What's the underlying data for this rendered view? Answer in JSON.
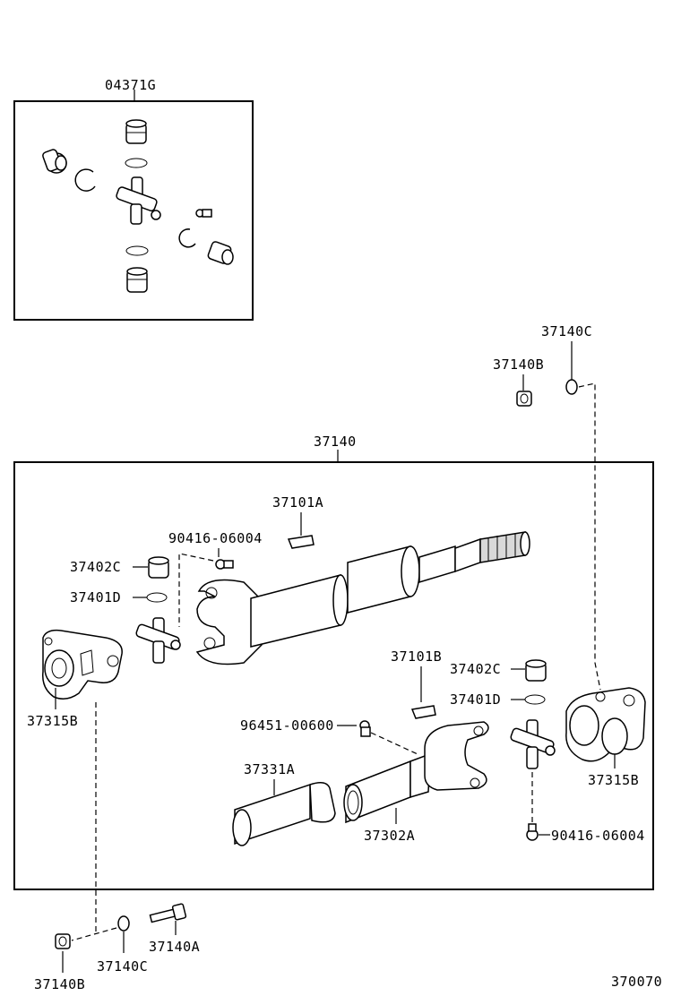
{
  "labels": {
    "kit": "04371G",
    "shaft_assy": "37140",
    "nut_top": "37140B",
    "washer_top": "37140C",
    "weight_top": "37101A",
    "grease_top": "90416-06004",
    "bearing_top": "37402C",
    "snapring_top": "37401D",
    "flange_left": "37315B",
    "weight_mid": "37101B",
    "bearing_mid": "37402C",
    "snapring_mid": "37401D",
    "bolt_mid": "96451-00600",
    "flange_right": "37315B",
    "boot": "37331A",
    "yoke": "37302A",
    "grease_bottom": "90416-06004",
    "bolt_bottom": "37140A",
    "washer_bottom": "37140C",
    "nut_bottom": "37140B",
    "diagram_number": "370070"
  }
}
